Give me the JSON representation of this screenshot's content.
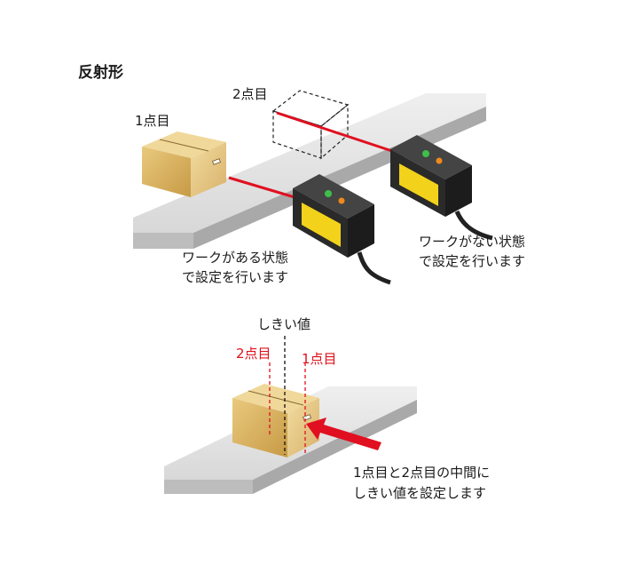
{
  "title": "反射形",
  "top": {
    "label_point2": "2点目",
    "label_point1": "1点目",
    "caption_with_work": [
      "ワークがある状態",
      "で設定を行います"
    ],
    "caption_without_work": [
      "ワークがない状態",
      "で設定を行います"
    ]
  },
  "bottom": {
    "label_threshold": "しきい値",
    "label_point2": "2点目",
    "label_point1": "1点目",
    "caption": [
      "1点目と2点目の中間に",
      "しきい値を設定します"
    ]
  },
  "colors": {
    "laser": "#e01020",
    "box": "#d9b56a",
    "sensor_body": "#2b2b2b",
    "sensor_label": "#f2d21a",
    "conveyor": "#e6e6e6"
  }
}
